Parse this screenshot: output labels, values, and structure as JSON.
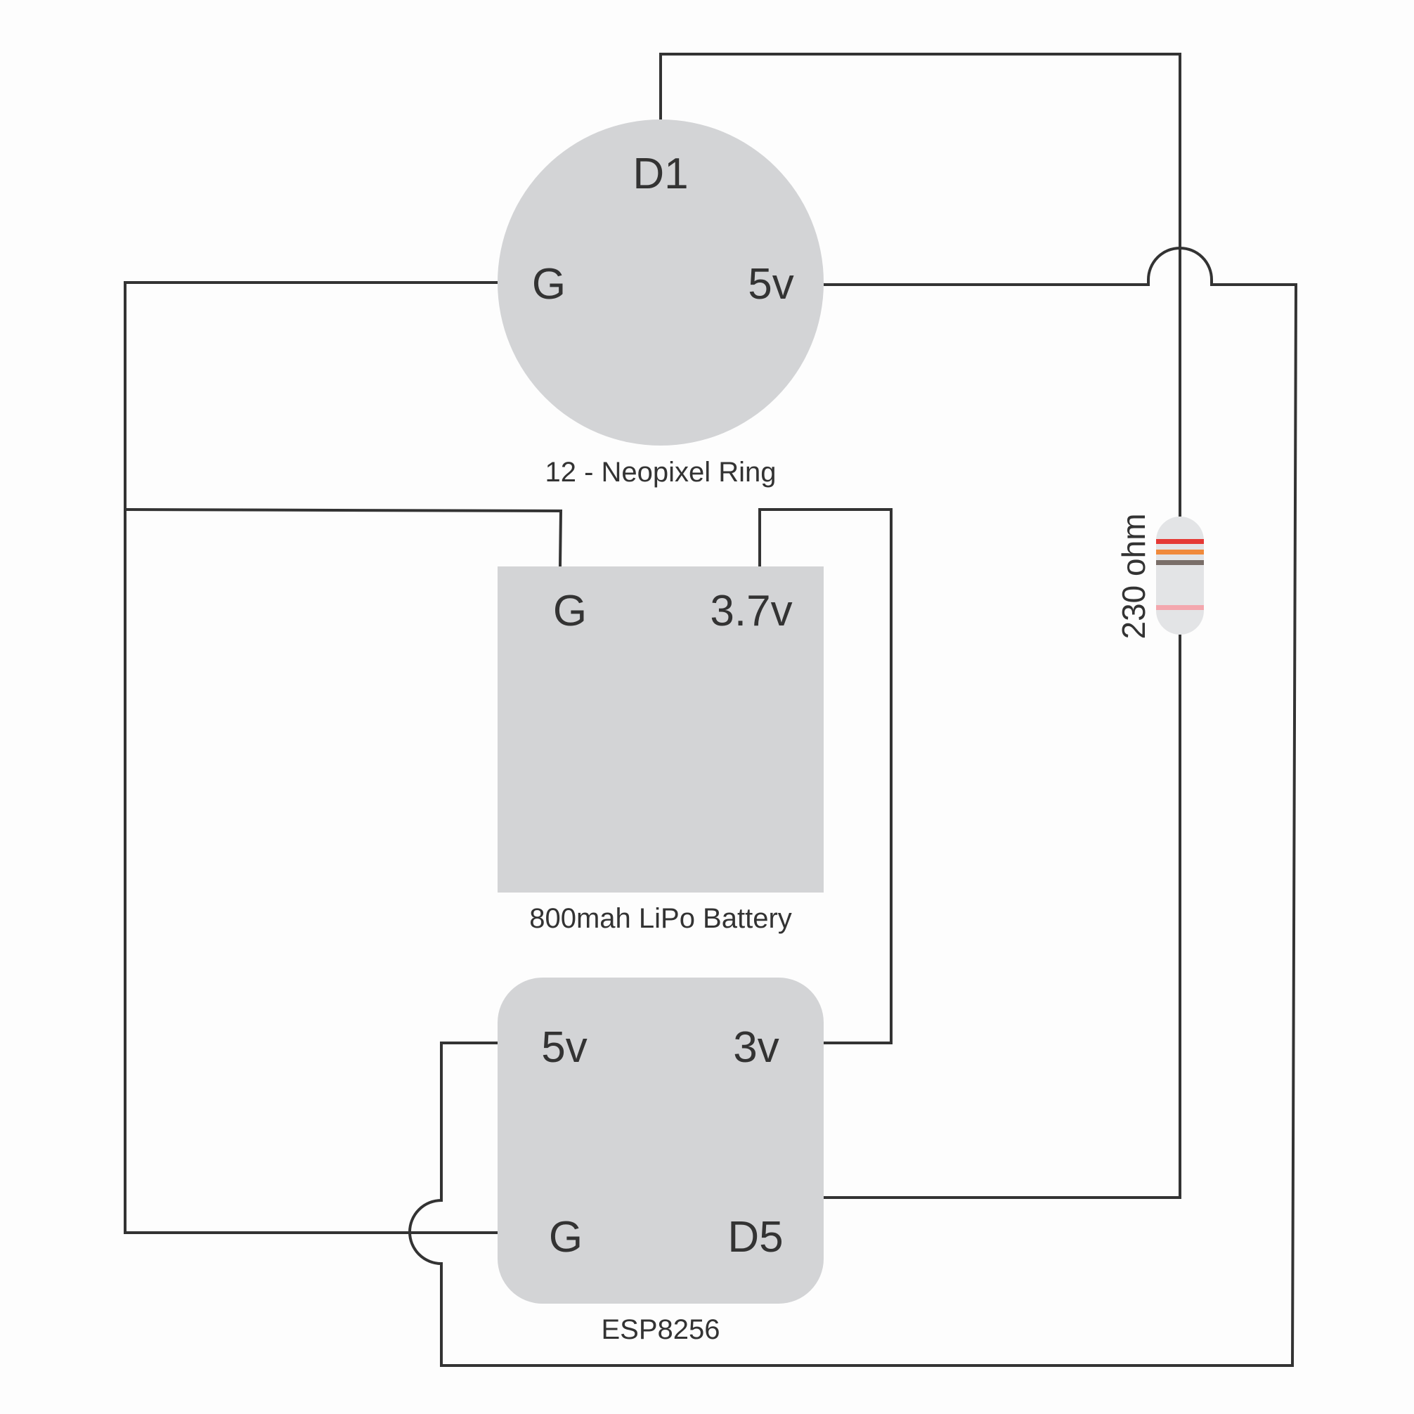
{
  "neopixel_ring": {
    "name": "12 - Neopixel Ring",
    "pins": {
      "data": "D1",
      "ground": "G",
      "power": "5v"
    }
  },
  "battery": {
    "name": "800mah LiPo Battery",
    "pins": {
      "ground": "G",
      "power": "3.7v"
    }
  },
  "esp": {
    "name": "ESP8256",
    "pins": {
      "v5": "5v",
      "v3": "3v",
      "ground": "G",
      "d5": "D5"
    }
  },
  "resistor": {
    "label": "230 ohm",
    "bands": [
      "#e53935",
      "#f08a3c",
      "#7a6e68",
      "#f4a7ae"
    ],
    "body_color": "#e3e4e6"
  },
  "colors": {
    "wire": "#333333",
    "component": "#d3d4d6",
    "background": "#fdfdfd"
  }
}
